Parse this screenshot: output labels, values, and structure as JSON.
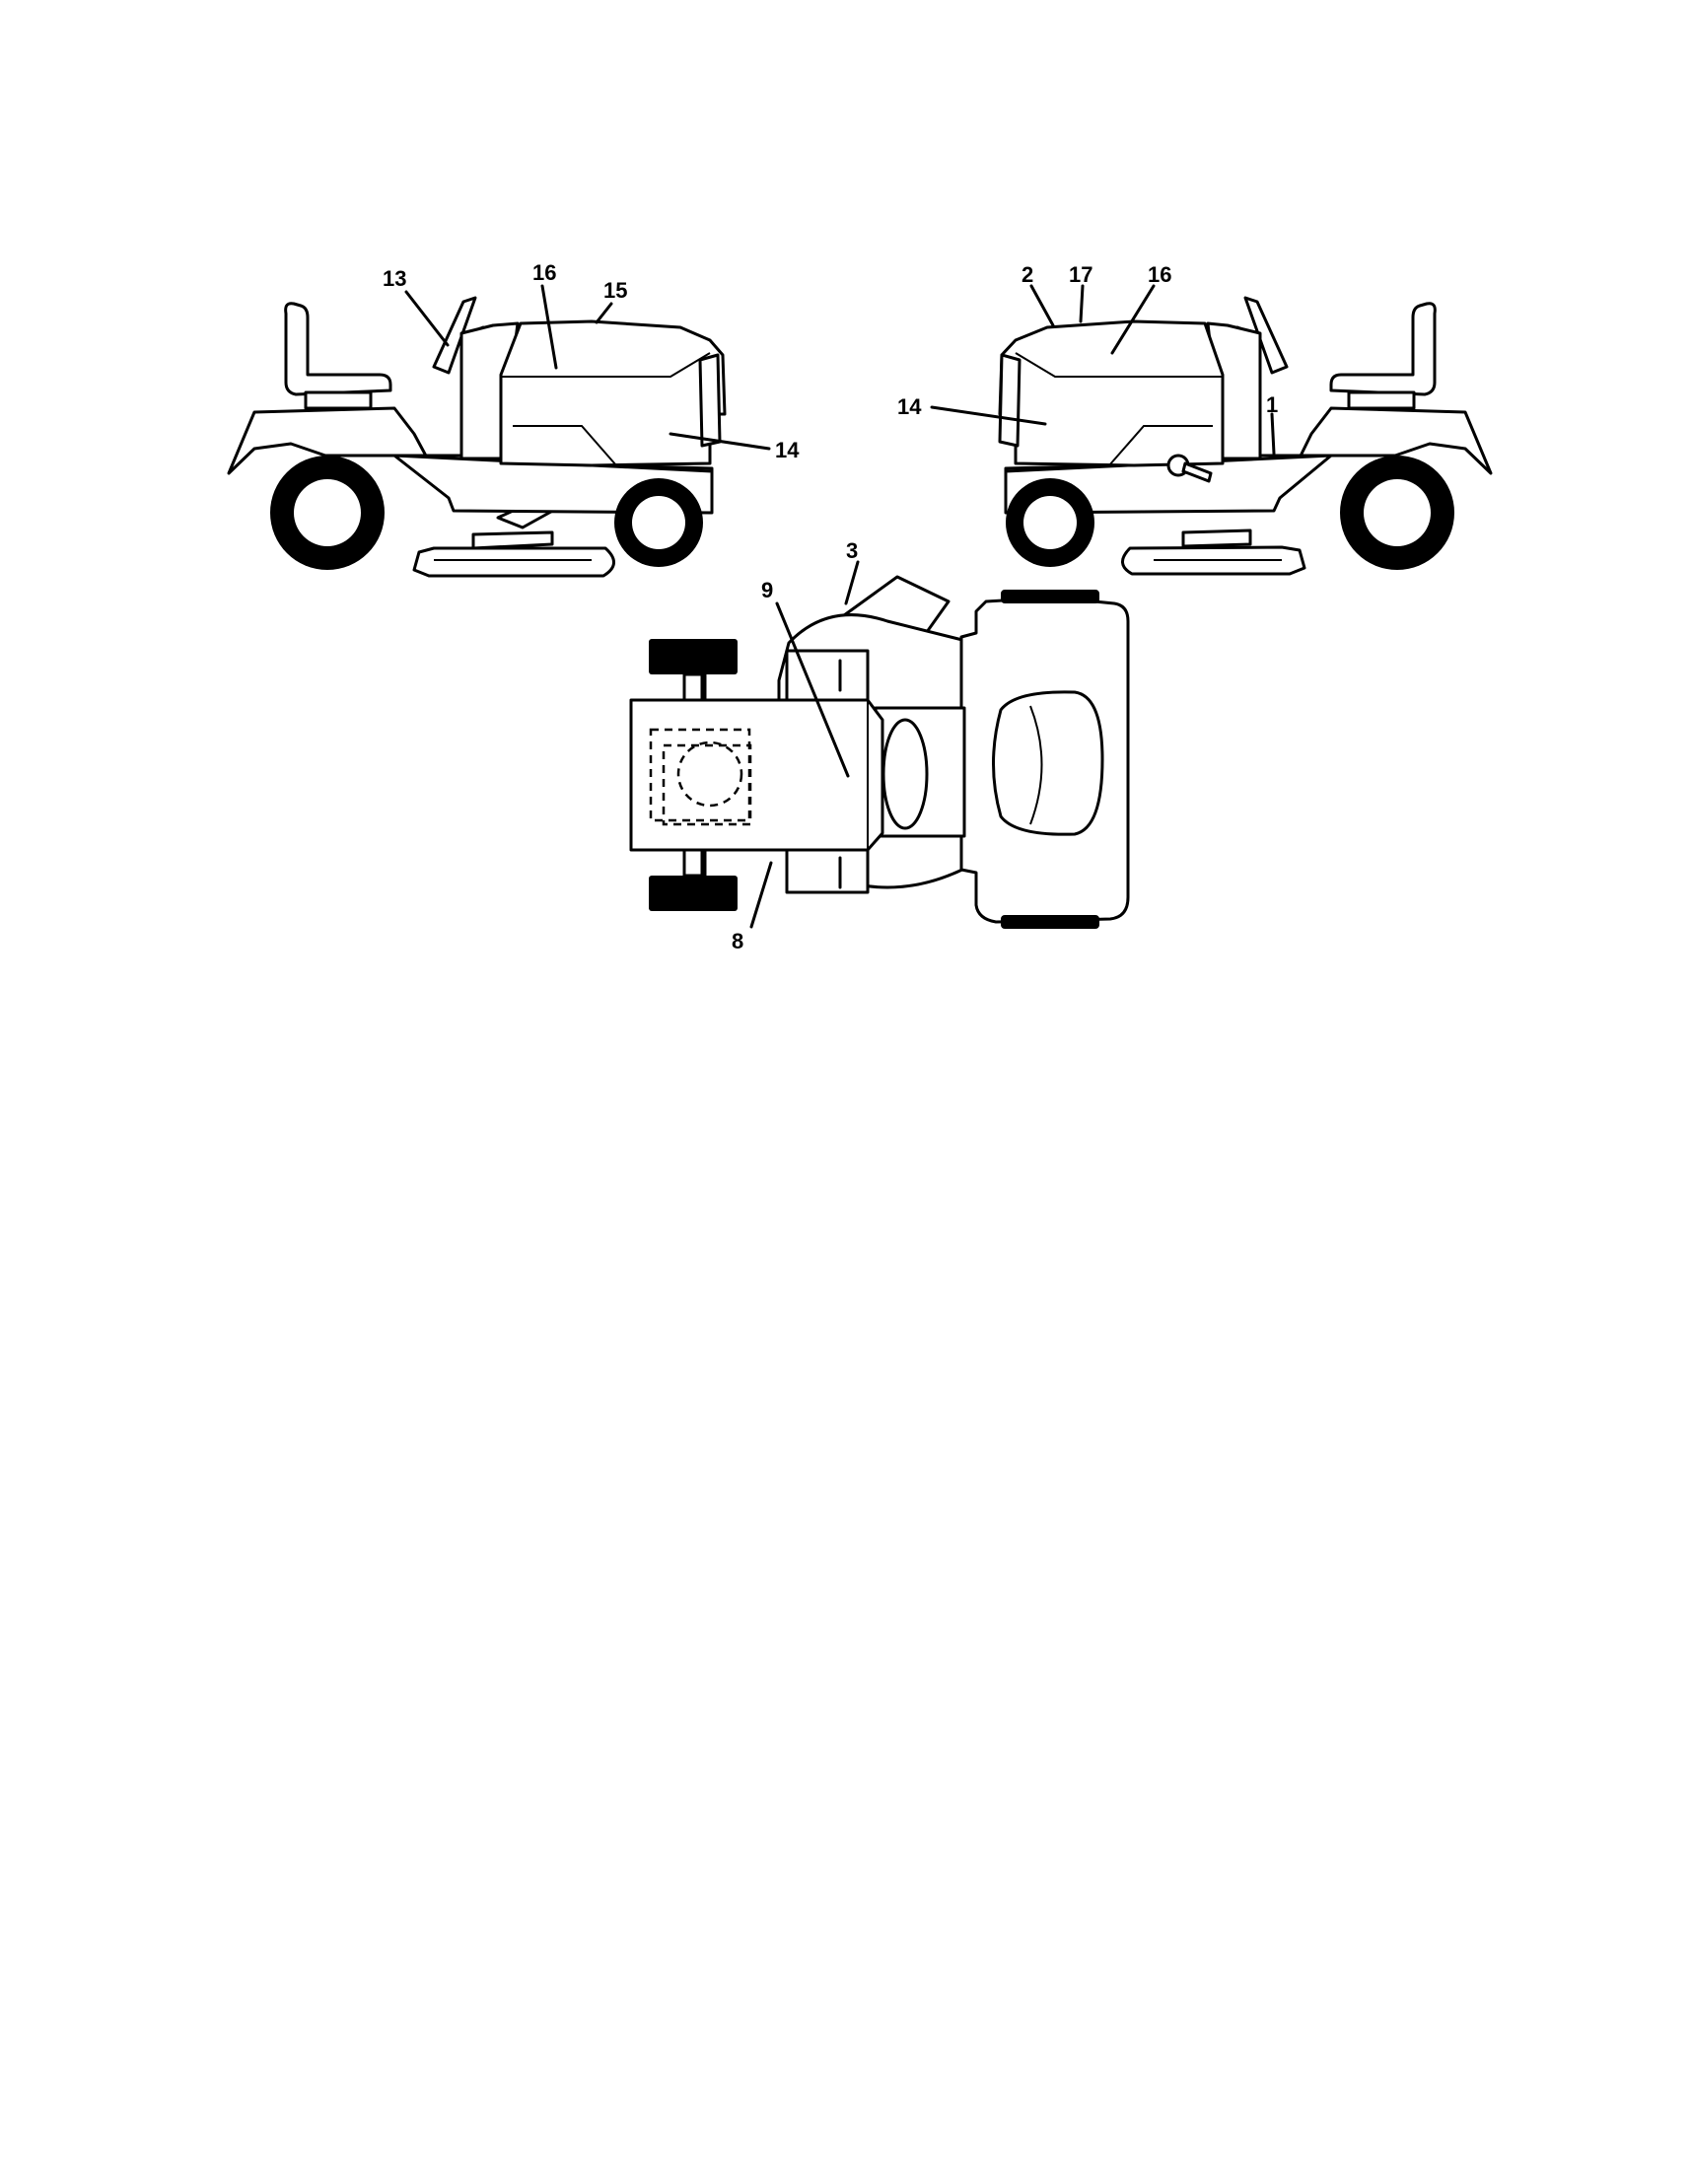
{
  "diagram": {
    "colors": {
      "line": "#000000",
      "paper": "#ffffff"
    },
    "left_view": {
      "callouts": [
        "13",
        "16",
        "15",
        "14"
      ]
    },
    "right_view": {
      "callouts": [
        "2",
        "17",
        "16",
        "14",
        "1"
      ]
    },
    "top_view": {
      "callouts": [
        "3",
        "9",
        "8"
      ]
    }
  }
}
